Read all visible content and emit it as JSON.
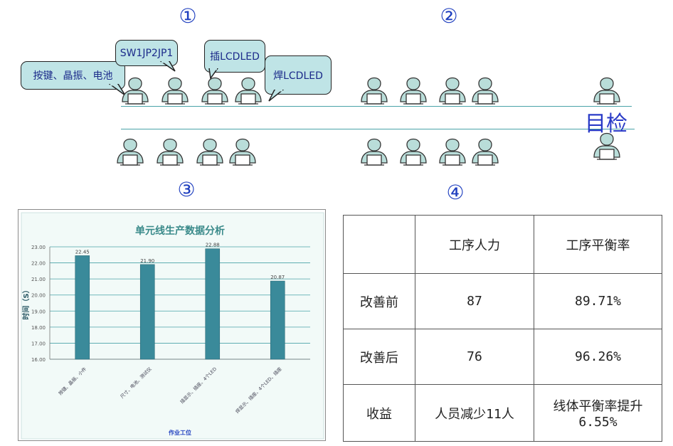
{
  "sections": [
    "①",
    "②",
    "③",
    "④"
  ],
  "bubbles": {
    "keys": "按键、晶振、电池",
    "jumper": "SW1JP2JP1",
    "insert_lcd": "插LCDLED",
    "solder_lcd": "焊LCDLED"
  },
  "inspection_label": "目检",
  "colors": {
    "line": "#4aa3a8",
    "bar": "#3a8a9a",
    "bubble_fill": "#bfe4e6",
    "number_blue": "#1f3fbf"
  },
  "chart_data": {
    "type": "bar",
    "title": "单元线生产数据分析",
    "xlabel": "作业工位",
    "ylabel": "时间（S）",
    "ylim": [
      16.0,
      23.0
    ],
    "yticks": [
      "16.00",
      "17.00",
      "18.00",
      "19.00",
      "20.00",
      "21.00",
      "22.00",
      "23.00"
    ],
    "categories": [
      "按键、晶振、小件",
      "尺寸、电池、测试仪",
      "插显示、插座、4个LED",
      "焊显示、插座、4个LED、插座"
    ],
    "values": [
      22.45,
      21.9,
      22.88,
      20.87
    ],
    "value_labels": [
      "22.45",
      "21.90",
      "22.88",
      "20.87"
    ],
    "grid": true
  },
  "table": {
    "headers": [
      "",
      "工序人力",
      "工序平衡率"
    ],
    "rows": [
      [
        "改善前",
        "87",
        "89.71%"
      ],
      [
        "改善后",
        "76",
        "96.26%"
      ],
      [
        "收益",
        "人员减少11人",
        "线体平衡率提升6.55%"
      ]
    ]
  }
}
